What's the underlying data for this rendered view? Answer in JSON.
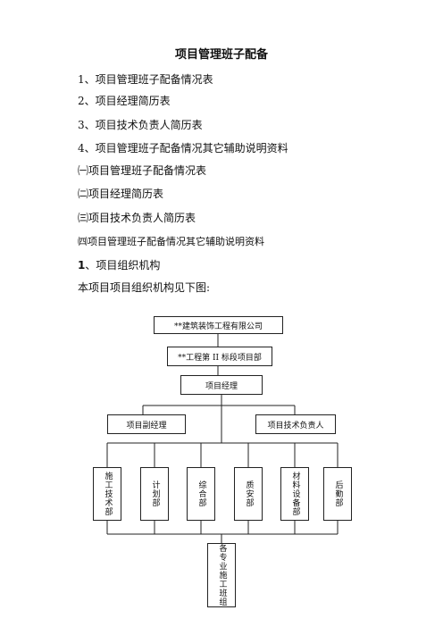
{
  "doc": {
    "title": "项目管理班子配备",
    "items": [
      "1、项目管理班子配备情况表",
      "2、项目经理简历表",
      "3、项目技术负责人简历表",
      "4、项目管理班子配备情况其它辅助说明资料",
      "㈠项目管理班子配备情况表",
      "㈡项目经理简历表",
      "㈢项目技术负责人简历表",
      "㈣项目管理班子配备情况其它辅助说明资料"
    ],
    "section_num": "1",
    "section_title": "、项目组织机构",
    "intro": "本项目项目组织机构见下图:"
  },
  "org": {
    "company": "**建筑装饰工程有限公司",
    "project_dept": "**工程第 II 标段项目部",
    "manager": "项目经理",
    "deputy": "项目副经理",
    "tech_lead": "项目技术负责人",
    "departments": [
      "施工技术部",
      "计划部",
      "综合部",
      "质安部",
      "材料设备部",
      "后勤部"
    ],
    "teams": "各专业施工班组"
  }
}
